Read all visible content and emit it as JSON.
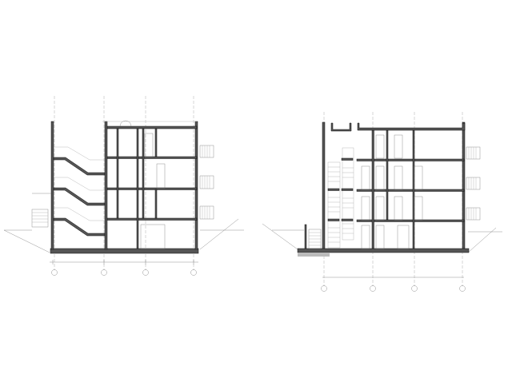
{
  "drawing": {
    "sections": [
      {
        "name": "section-left",
        "floors": 4
      },
      {
        "name": "section-right",
        "floors": 4
      }
    ],
    "colors": {
      "line": "#222222",
      "grid": "#999999",
      "background": "#ffffff"
    }
  }
}
